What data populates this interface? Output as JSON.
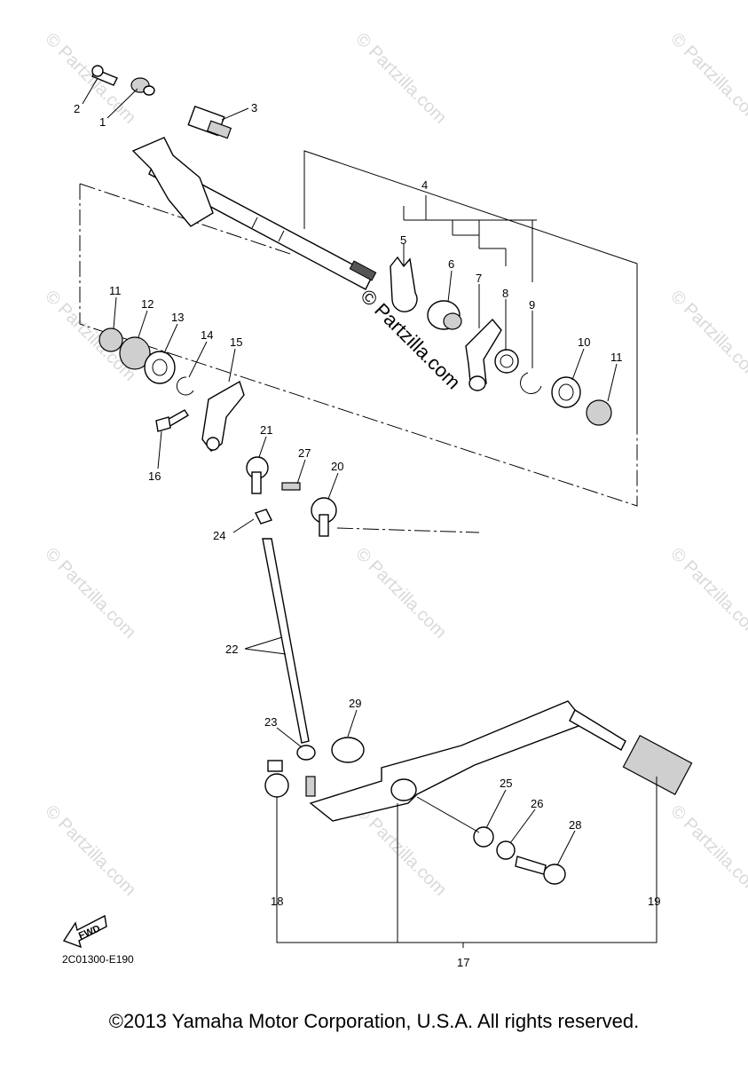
{
  "watermark": "© Partzilla.com",
  "diagram_code": "2C01300-E190",
  "fwd_label": "FWD",
  "copyright": "©2013 Yamaha Motor Corporation, U.S.A. All rights reserved.",
  "callouts": [
    "1",
    "2",
    "3",
    "4",
    "5",
    "6",
    "7",
    "8",
    "9",
    "10",
    "11",
    "11",
    "12",
    "13",
    "14",
    "15",
    "16",
    "17",
    "18",
    "19",
    "20",
    "21",
    "22",
    "23",
    "24",
    "25",
    "26",
    "27",
    "28",
    "29"
  ]
}
